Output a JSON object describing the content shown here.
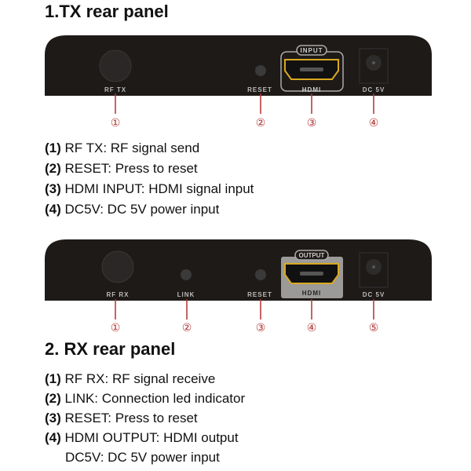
{
  "tx": {
    "title": "1.TX rear panel",
    "port_labels": {
      "rf": "RF TX",
      "reset": "RESET",
      "hdmi_badge": "INPUT",
      "hdmi": "HDMI",
      "dc": "DC 5V"
    },
    "callouts": [
      "①",
      "②",
      "③",
      "④"
    ],
    "items": [
      {
        "num": "(1)",
        "text": "RF TX: RF signal send"
      },
      {
        "num": "(2)",
        "text": "RESET: Press to reset"
      },
      {
        "num": "(3)",
        "text": "HDMI INPUT: HDMI signal input"
      },
      {
        "num": "(4)",
        "text": "DC5V: DC 5V power input"
      }
    ]
  },
  "rx": {
    "title": "2. RX rear panel",
    "port_labels": {
      "rf": "RF RX",
      "link": "LINK",
      "reset": "RESET",
      "hdmi_badge": "OUTPUT",
      "hdmi": "HDMI",
      "dc": "DC 5V"
    },
    "callouts": [
      "①",
      "②",
      "③",
      "④",
      "⑤"
    ],
    "items": [
      {
        "num": "(1)",
        "text": "RF RX: RF signal receive"
      },
      {
        "num": "(2)",
        "text": "LINK: Connection led indicator"
      },
      {
        "num": "(3)",
        "text": "RESET: Press to reset"
      },
      {
        "num": "(4)",
        "text": "HDMI OUTPUT: HDMI output"
      },
      {
        "num": "",
        "text": "DC5V: DC 5V power input"
      }
    ]
  },
  "colors": {
    "panel": "#1e1a18",
    "callout": "#b03030",
    "hdmi_gold": "#d8a820"
  }
}
